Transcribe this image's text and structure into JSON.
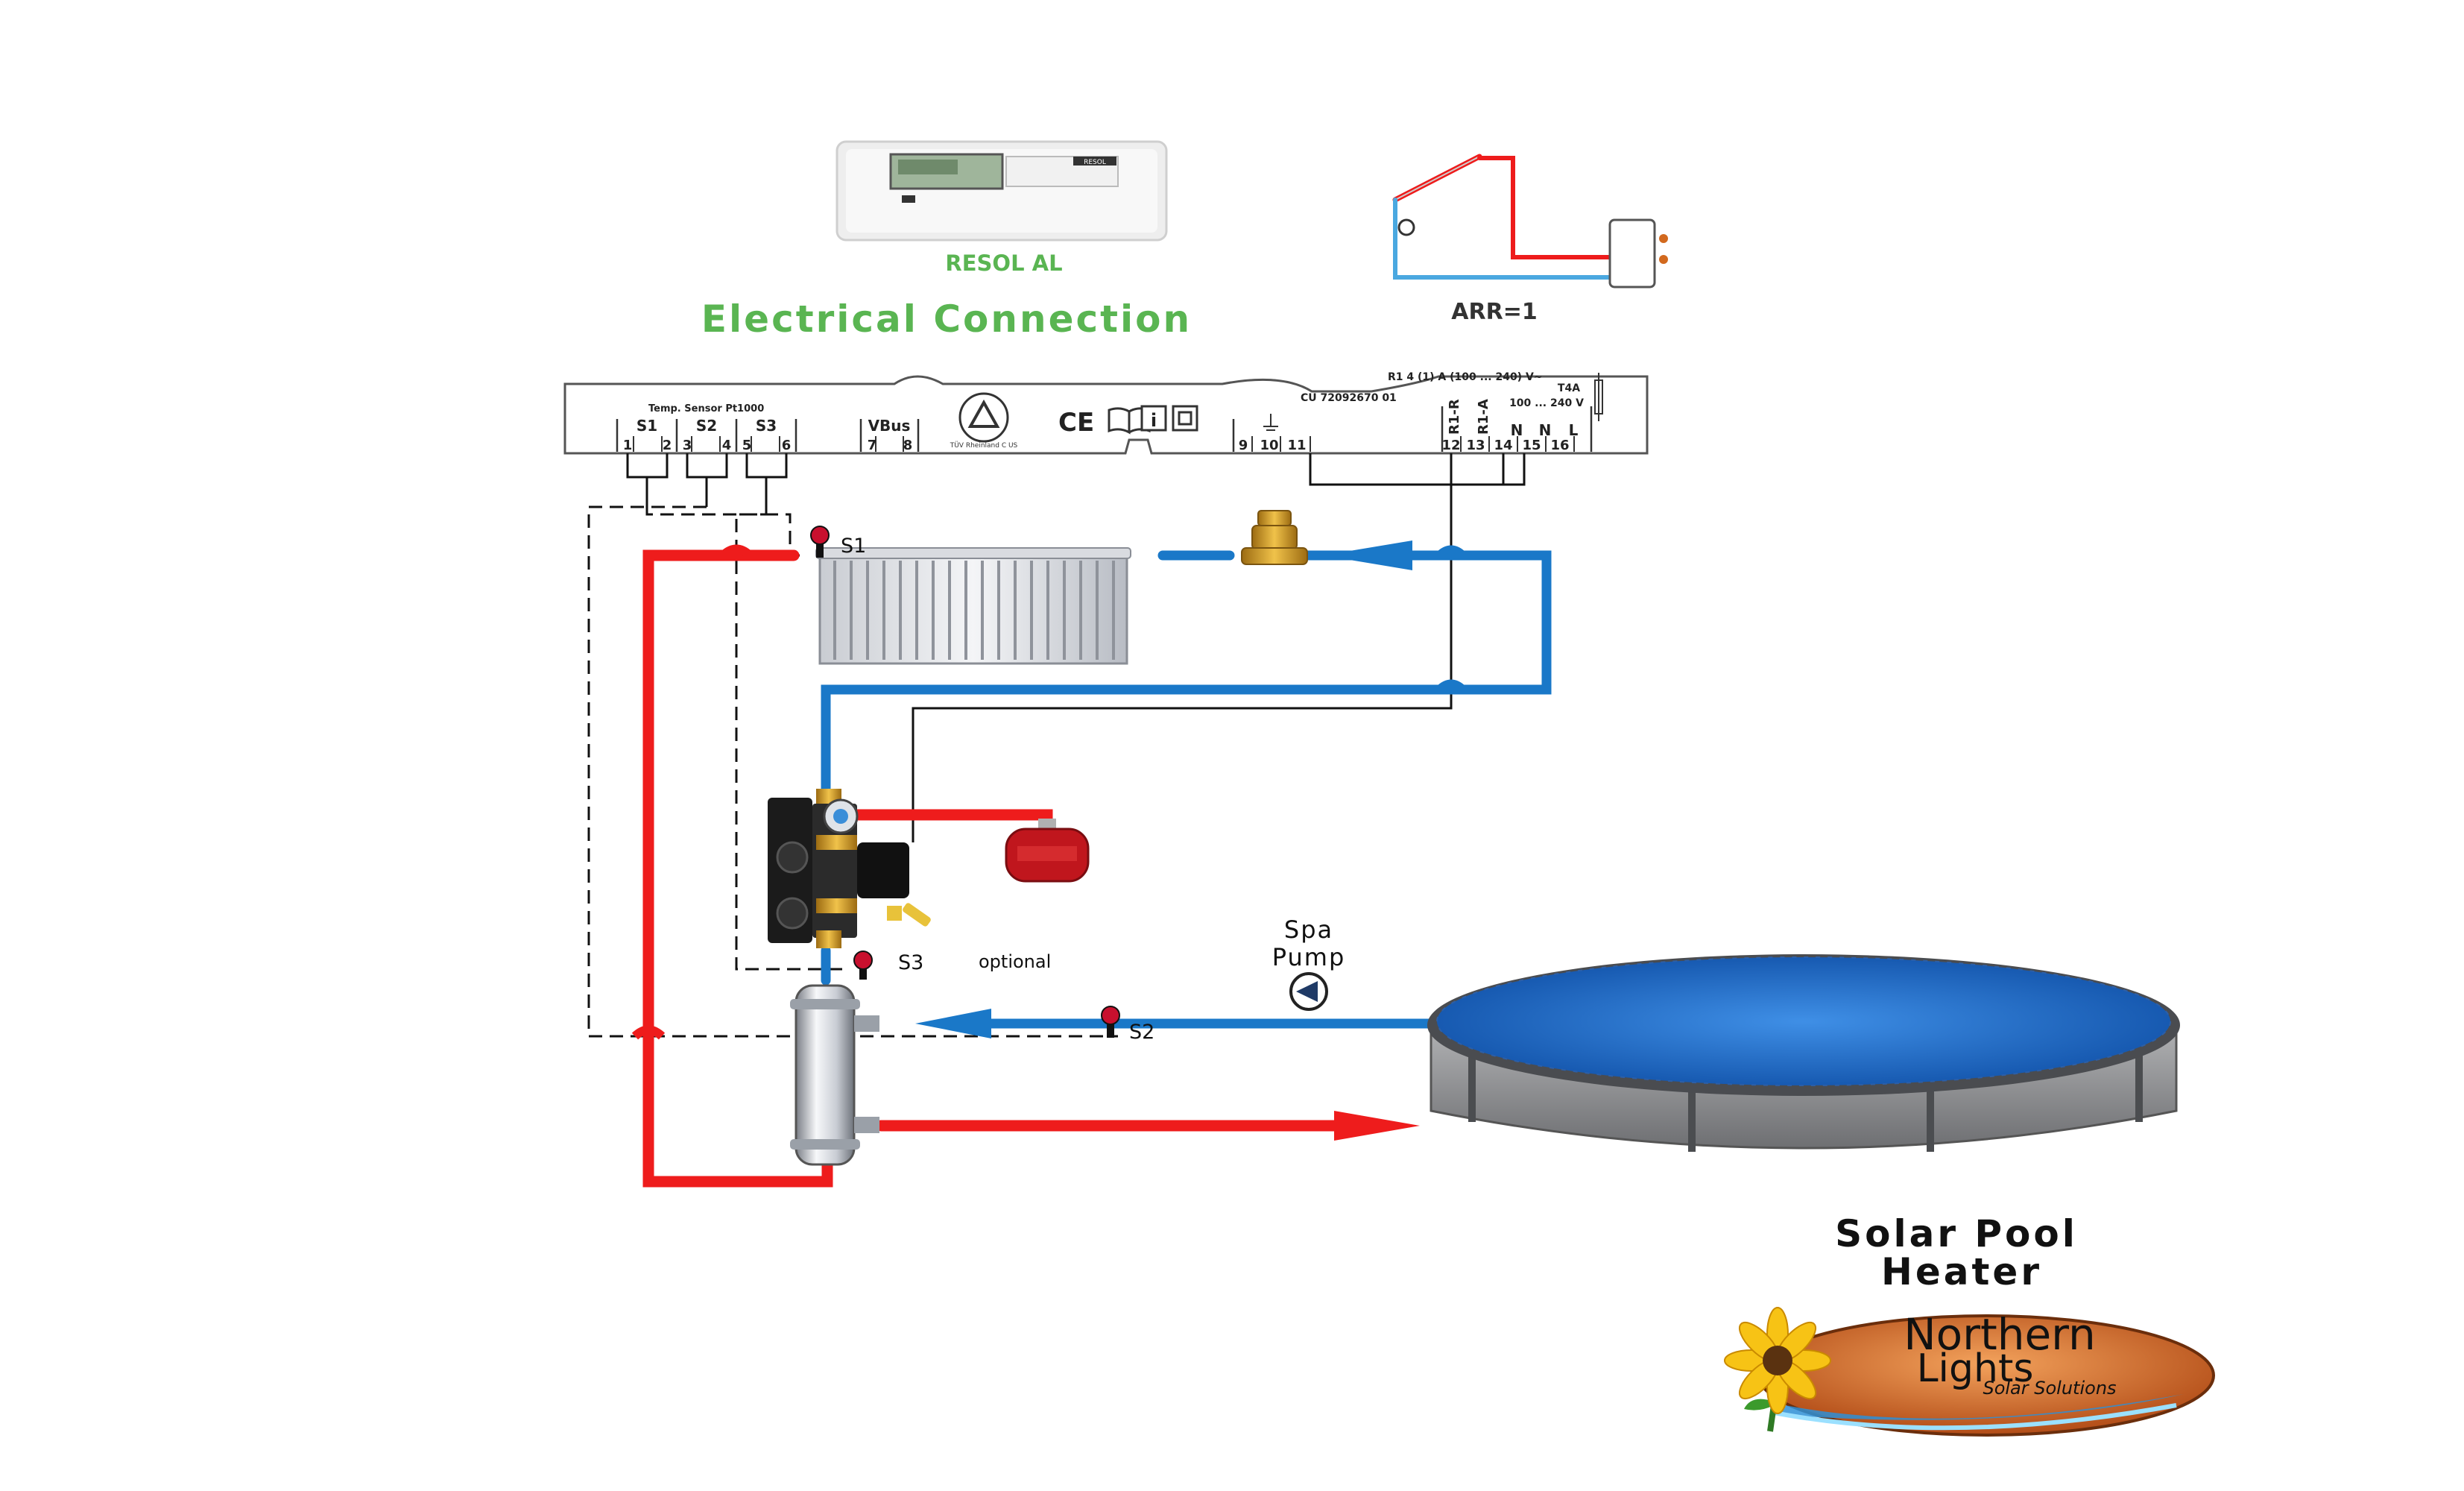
{
  "controller": {
    "name": "RESOL AL",
    "brand_badge": "RESOL"
  },
  "heading": "Electrical Connection",
  "system_code": "ARR=1",
  "terminal_strip": {
    "sensor_header": "Temp. Sensor Pt1000",
    "sensor_groups": [
      "S1",
      "S2",
      "S3"
    ],
    "vbus_label": "VBus",
    "terminals_left": [
      "1",
      "2",
      "3",
      "4",
      "5",
      "6",
      "7",
      "8"
    ],
    "terminals_right": [
      "9",
      "10",
      "11",
      "12",
      "13",
      "14",
      "15",
      "16"
    ],
    "relay_spec": "R1  4 (1) A (100 ... 240) V~",
    "cu_code": "CU 72092670 01",
    "fuse": "T4A",
    "voltage": "100 ... 240 V",
    "output_labels": [
      "R1-R",
      "R1-A",
      "N",
      "N",
      "L"
    ],
    "ce_mark": "CE",
    "tuv_seal": "TÜV Rheinland C US"
  },
  "sensors": {
    "s1": "S1",
    "s2": "S2",
    "s3": "S3"
  },
  "optional_label": "optional",
  "spa_pump": {
    "line1": "Spa",
    "line2": "Pump"
  },
  "title": {
    "line1": "Solar Pool",
    "line2": "Heater"
  },
  "logo": {
    "line1": "Northern",
    "line2": "Lights",
    "line3": "Solar Solutions"
  },
  "colors": {
    "hot_pipe": "#ee1c1c",
    "cold_pipe": "#1a78c8",
    "heading_green": "#5ab552",
    "pool_water": "#1f6fc9",
    "pool_wall": "#8c8c8c"
  }
}
